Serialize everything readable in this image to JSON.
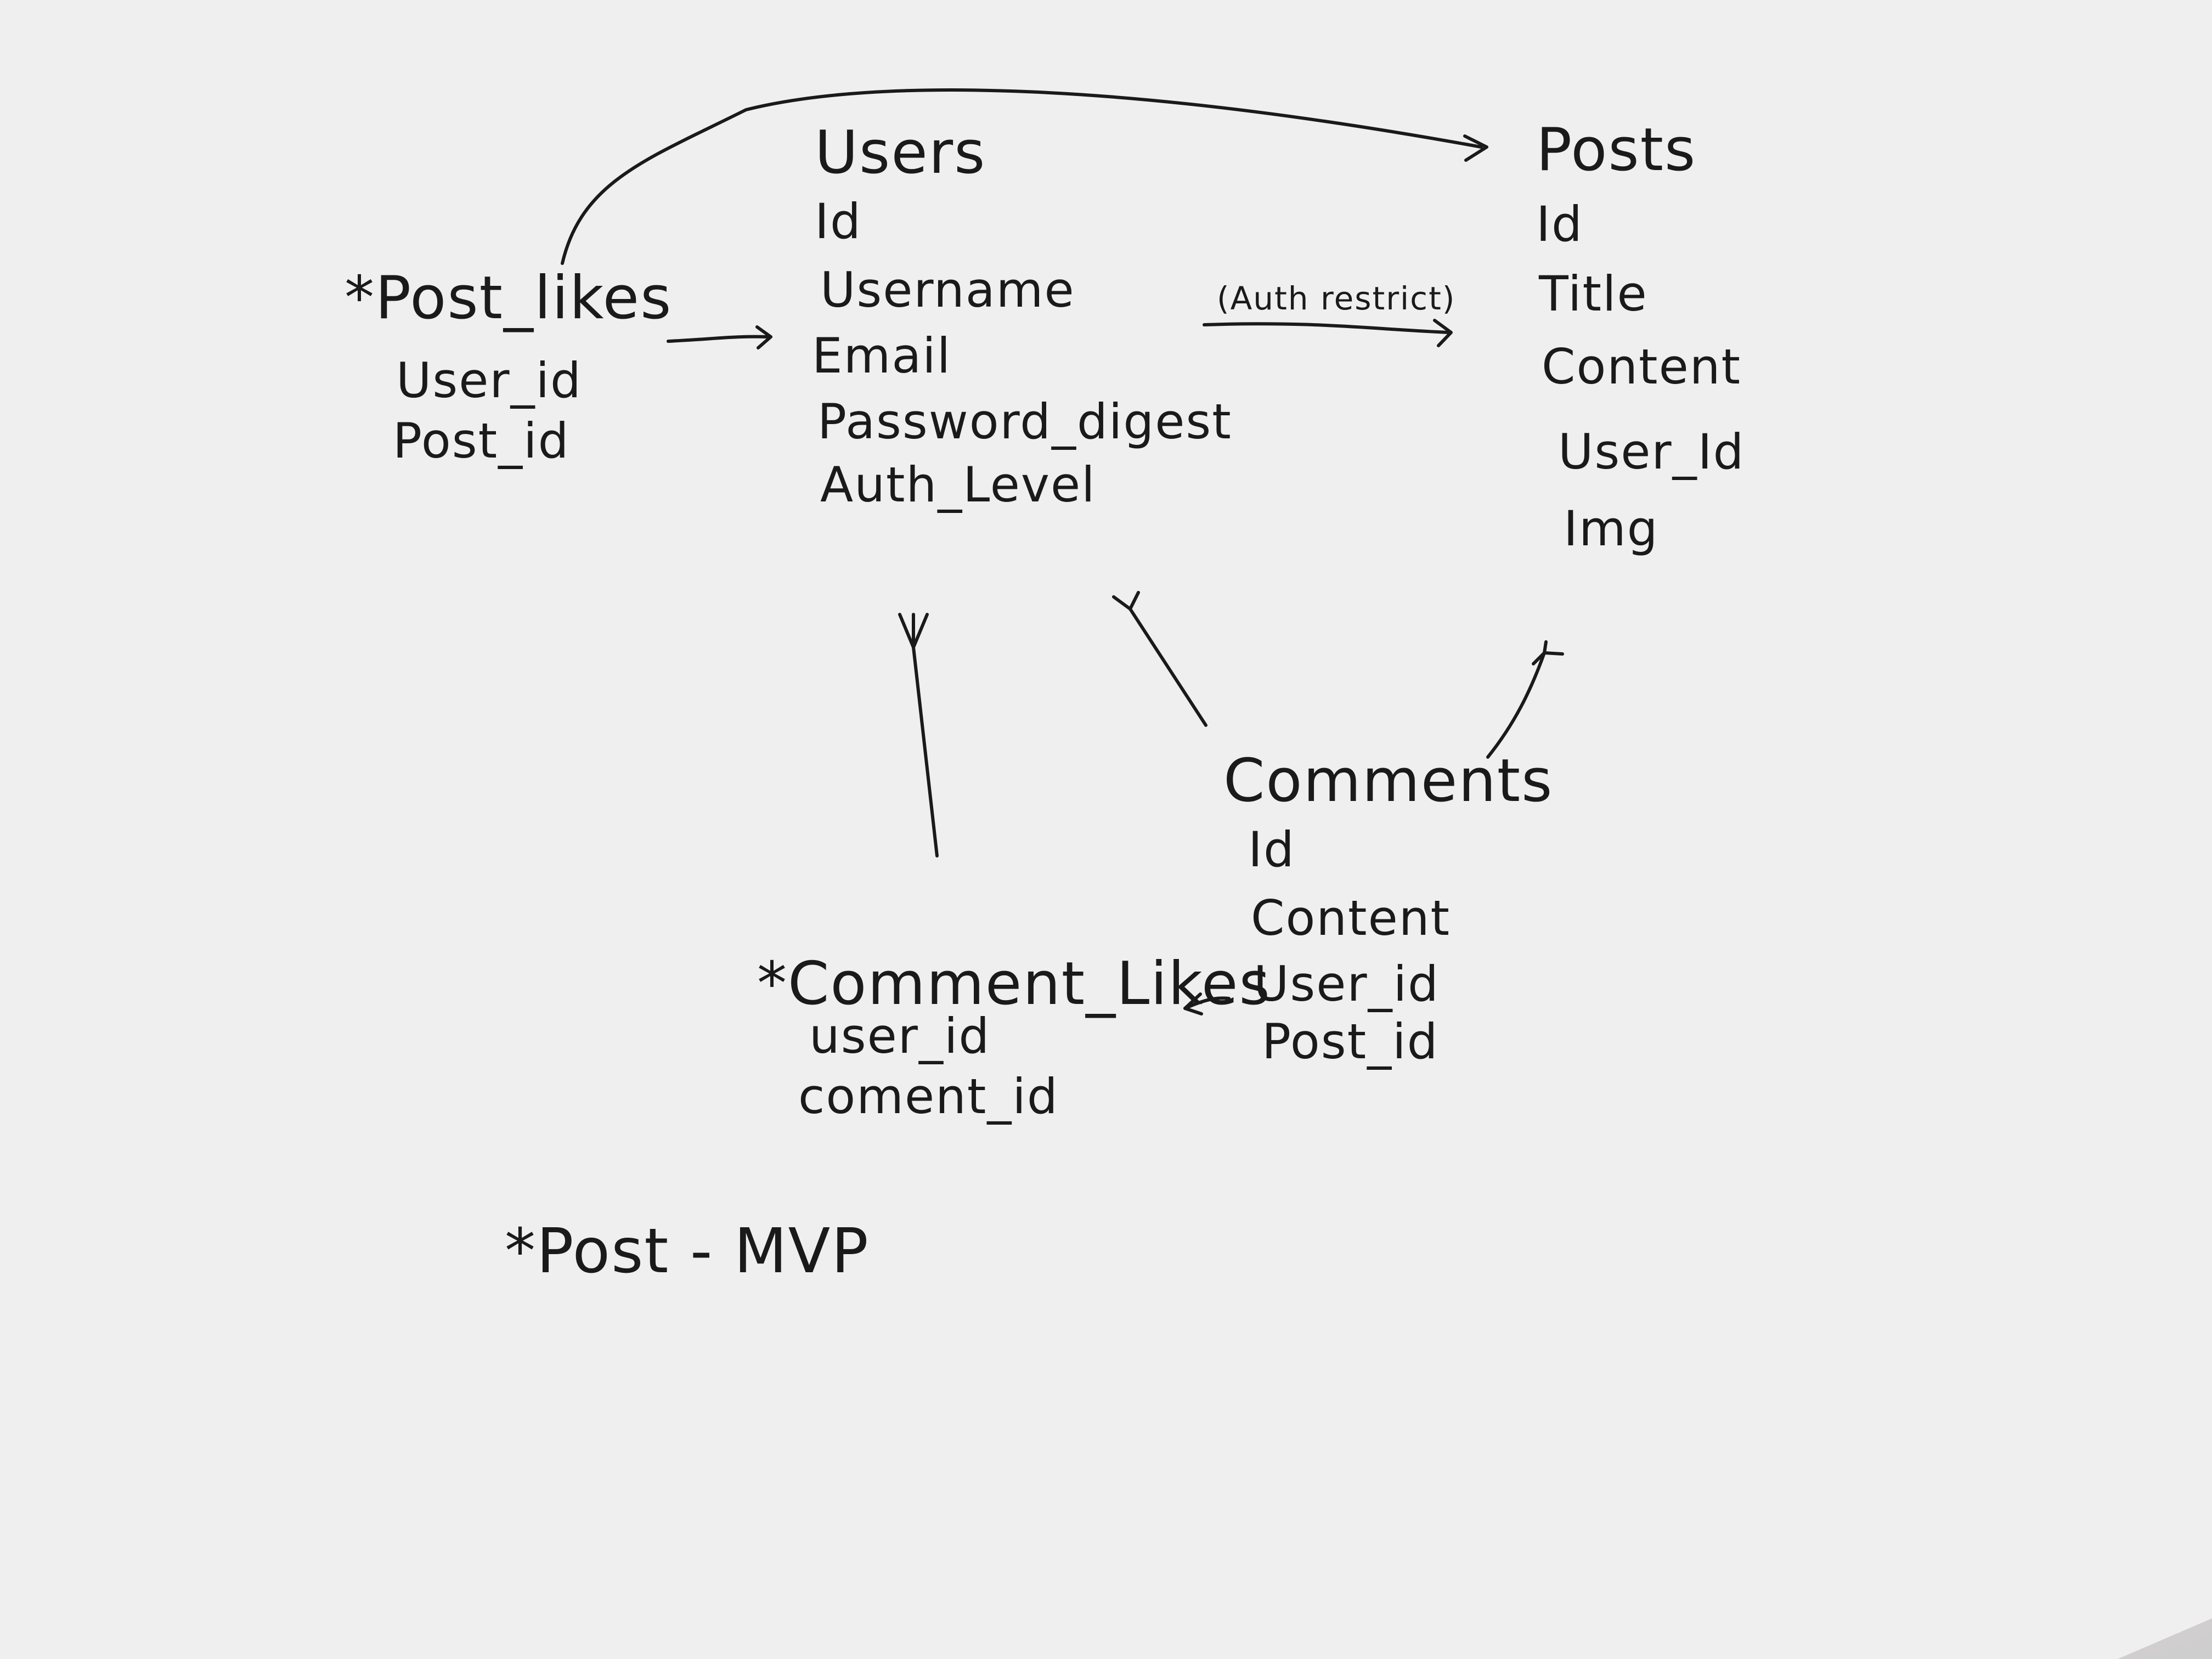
{
  "entities": {
    "post_likes": {
      "title": "*Post_likes",
      "fields": [
        "User_id",
        "Post_id"
      ]
    },
    "users": {
      "title": "Users",
      "fields": [
        "Id",
        "Username",
        "Email",
        "Password_digest",
        "Auth_Level"
      ]
    },
    "posts": {
      "title": "Posts",
      "fields": [
        "Id",
        "Title",
        "Content",
        "User_Id",
        "Img"
      ]
    },
    "comments": {
      "title": "Comments",
      "fields": [
        "Id",
        "Content",
        "User_id",
        "Post_id"
      ]
    },
    "comment_likes": {
      "title": "*Comment_Likes",
      "fields": [
        "user_id",
        "coment_id"
      ]
    }
  },
  "annotations": {
    "auth_restrict": "(Auth restrict)",
    "post_mvp": "*Post - MVP"
  }
}
